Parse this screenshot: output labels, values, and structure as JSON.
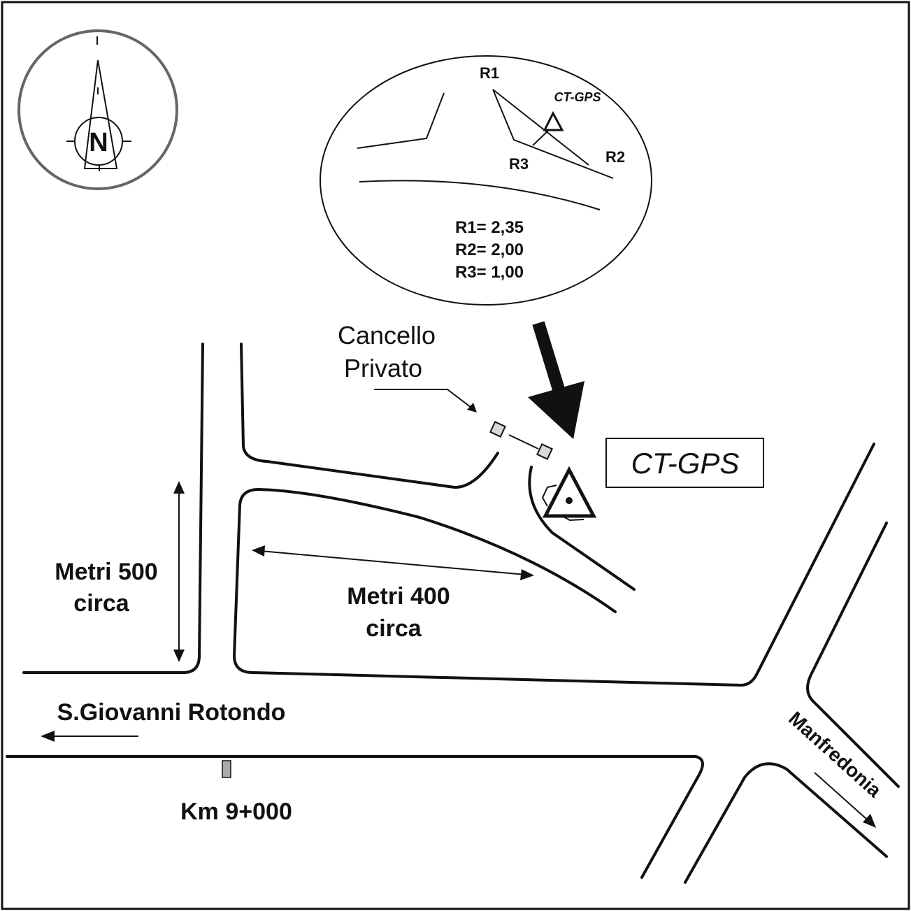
{
  "compass": {
    "label": "N"
  },
  "inset": {
    "point_labels": [
      "R1",
      "R2",
      "R3"
    ],
    "station_label": "CT-GPS",
    "measurements": [
      "R1= 2,35",
      "R2= 2,00",
      "R3= 1,00"
    ]
  },
  "labels": {
    "gate_line1": "Cancello",
    "gate_line2": "Privato",
    "station_box": "CT-GPS",
    "dist_500_line1": "Metri 500",
    "dist_500_line2": "circa",
    "dist_400_line1": "Metri 400",
    "dist_400_line2": "circa",
    "town_west": "S.Giovanni Rotondo",
    "km_marker": "Km 9+000",
    "town_east": "Manfredonia"
  },
  "colors": {
    "ink": "#111111",
    "compass_ring": "#666666",
    "marker_fill": "#d9d9d9"
  }
}
